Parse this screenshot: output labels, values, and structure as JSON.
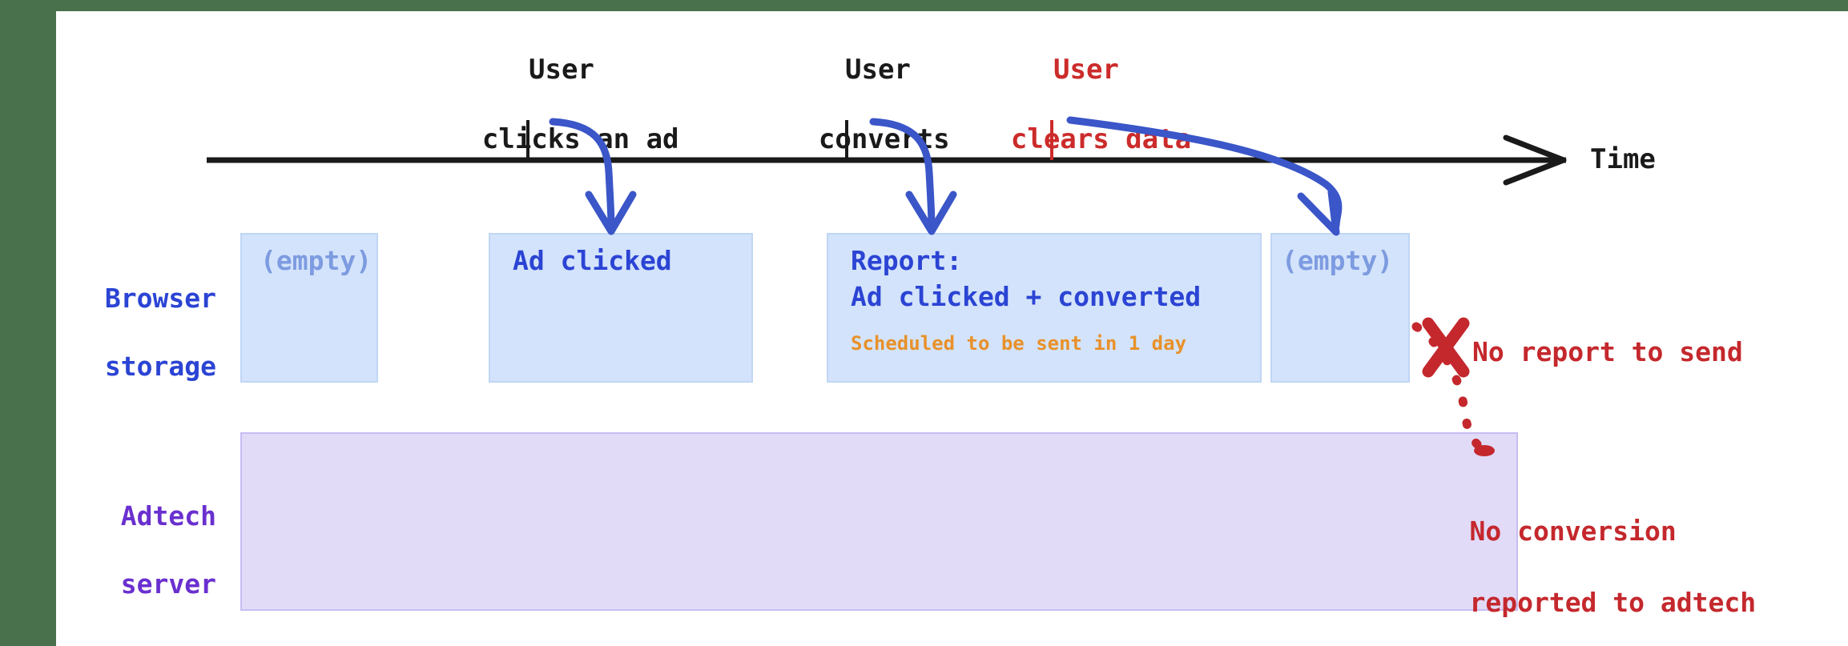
{
  "figure": {
    "title_hidden": "",
    "colors": {
      "frame_green": "#48714c",
      "timeline_black": "#1a1a1a",
      "arrow_blue": "#3a56c8",
      "browser_blue": "#2b44d4",
      "browser_box_fill": "#d3e3fb",
      "browser_box_border": "#c0d6f5",
      "muted_blue": "#7d9be0",
      "adtech_purple": "#6a30cf",
      "adtech_box_fill": "#e1dbf8",
      "adtech_box_border": "#c8bdf2",
      "alert_red": "#c4282d",
      "event_red": "#cc2b2b",
      "schedule_orange": "#e8912a"
    }
  },
  "timeline": {
    "axis_label": "Time",
    "events": [
      {
        "id": "click",
        "line1": "User",
        "line2": "clicks an ad",
        "color": "black"
      },
      {
        "id": "convert",
        "line1": "User",
        "line2": "converts",
        "color": "black"
      },
      {
        "id": "clear",
        "line1": "User",
        "line2": "clears data",
        "color": "red"
      }
    ]
  },
  "rows": {
    "browser": {
      "line1": "Browser",
      "line2": "storage"
    },
    "adtech": {
      "line1": "Adtech",
      "line2": "server"
    }
  },
  "browser_storage_states": [
    {
      "id": "initial",
      "text": "(empty)",
      "muted": true
    },
    {
      "id": "clicked",
      "text": "Ad clicked",
      "muted": false
    },
    {
      "id": "report",
      "title": "Report:",
      "body": "Ad clicked + converted",
      "note": "Scheduled to be sent in 1 day",
      "muted": false
    },
    {
      "id": "cleared",
      "text": "(empty)",
      "muted": true
    }
  ],
  "annotations": {
    "no_report": "No report to send",
    "no_conversion_line1": "No conversion",
    "no_conversion_line2": "reported to adtech"
  }
}
